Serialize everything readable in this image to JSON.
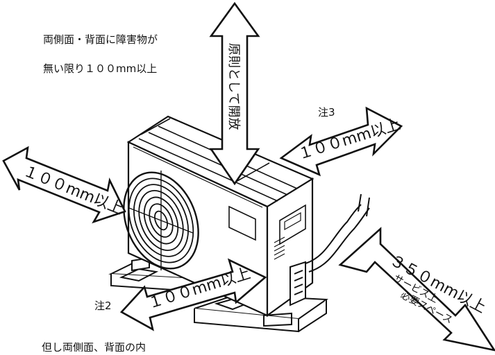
{
  "labels": {
    "top_note_line1": "両側面・背面に障害物が",
    "top_note_line2": "無い限り１００mm以上",
    "top_arrow": "原則として開放",
    "left_arrow": "１００mm以上",
    "back_right_note": "注3",
    "back_right_arrow": "１００mm以上",
    "front_note": "注2",
    "front_arrow": "１００mm以上",
    "right_arrow_line1": "３５０mm以上",
    "right_arrow_line2": "サービス上",
    "right_arrow_line3": "必要スペース",
    "bottom_caption": "但し両側面、背面の内"
  },
  "colors": {
    "stroke": "#111111",
    "background": "#ffffff"
  }
}
